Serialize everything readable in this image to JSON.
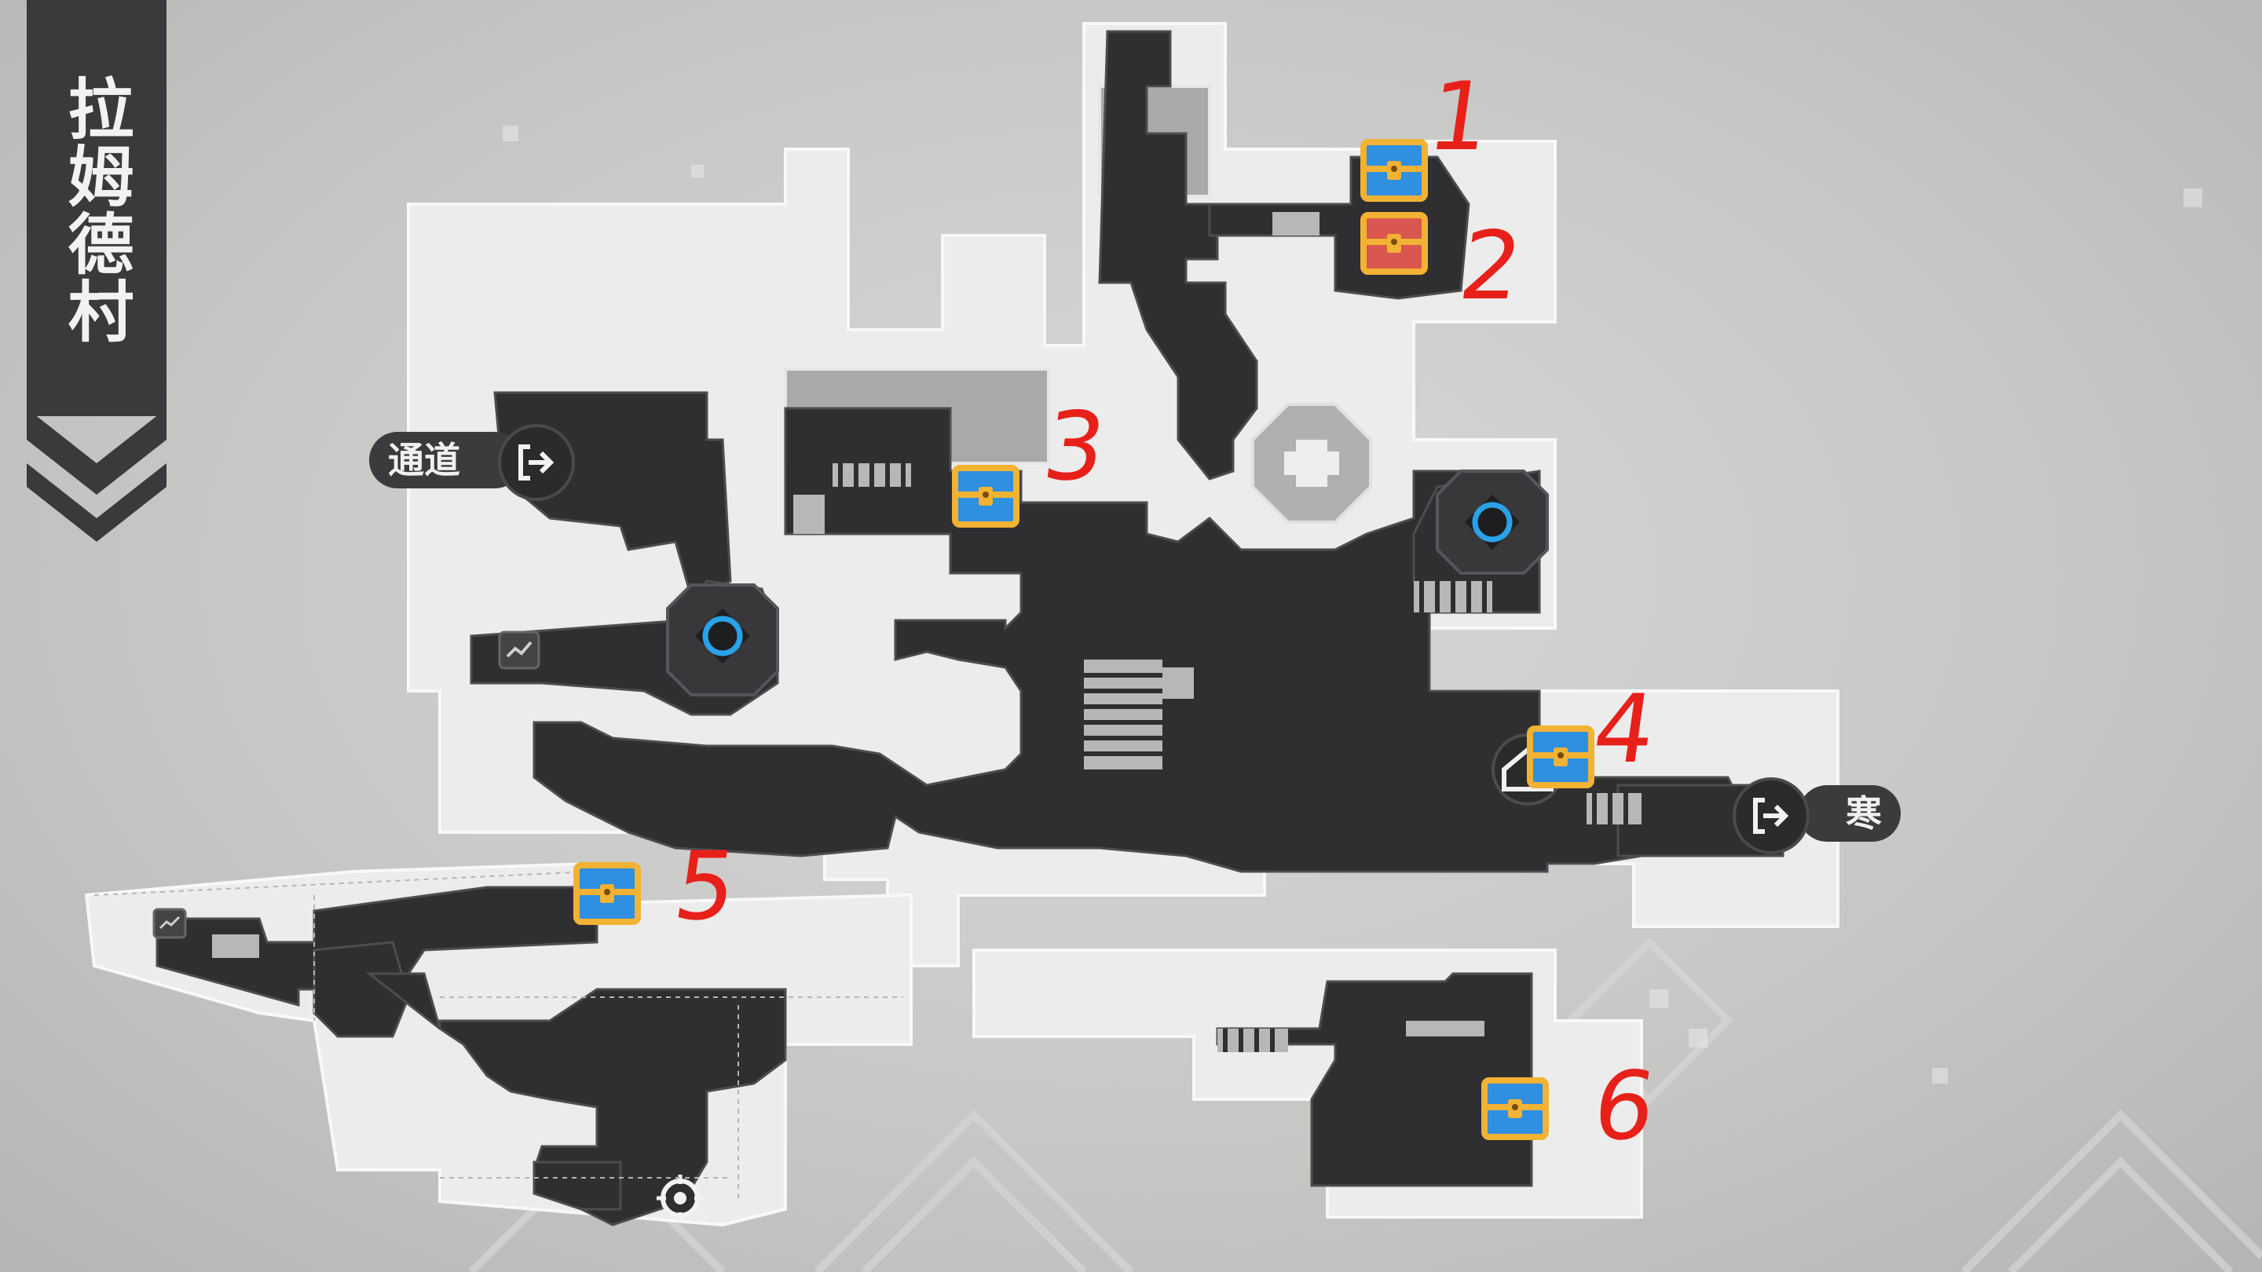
{
  "location_name": "拉姆德村",
  "exits": [
    {
      "label": "通道",
      "icon": "exit-door-icon"
    },
    {
      "label": "寒",
      "icon": "exit-door-icon"
    }
  ],
  "markers": [
    "1",
    "2",
    "3",
    "4",
    "5",
    "6"
  ],
  "chests": [
    {
      "marker": "1",
      "color": "blue",
      "icon": "treasure-chest-icon"
    },
    {
      "marker": "2",
      "color": "red",
      "icon": "treasure-chest-icon"
    },
    {
      "marker": "3",
      "color": "blue",
      "icon": "treasure-chest-icon"
    },
    {
      "marker": "4",
      "color": "blue",
      "icon": "treasure-chest-icon"
    },
    {
      "marker": "5",
      "color": "blue",
      "icon": "treasure-chest-icon"
    },
    {
      "marker": "6",
      "color": "blue",
      "icon": "treasure-chest-icon"
    }
  ],
  "colors": {
    "background": "#c9c9c8",
    "walkable": "#2f2f31",
    "floor_outline": "#eeeeee",
    "marker_red": "#e8201a",
    "chest_blue": "#2f8fe0",
    "chest_red": "#d9574e",
    "chest_gold": "#f2b233",
    "teleport_ring": "#29a3e8"
  },
  "icons": [
    "space-anchor-icon",
    "teleport-icon",
    "waypoint-icon",
    "player-position-icon",
    "calyx-icon"
  ]
}
